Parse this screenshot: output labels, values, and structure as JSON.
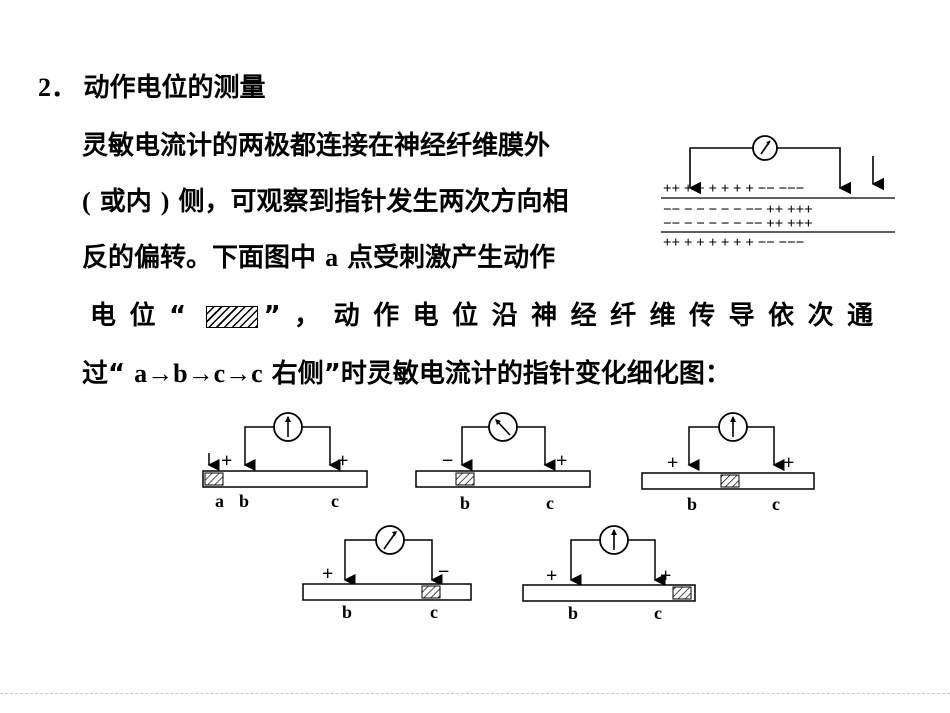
{
  "heading": {
    "number": "2．",
    "title": "动作电位的测量"
  },
  "paragraph": {
    "line1": "灵敏电流计的两极都连接在神经纤维膜外",
    "line2_paren_open": "(",
    "line2_mid": " 或内 ",
    "line2_paren_close": ")",
    "line2_rest": " 侧，可观察到指针发生两次方向相",
    "line3_a": "反的偏转。下面图中 ",
    "line3_var": "a",
    "line3_b": " 点受刺激产生动作",
    "line4_a": "电位“",
    "line4_b": "”，动作电位沿神经纤维传导依次通",
    "line5_a": "过“ ",
    "line5_seq": "a→b→c→c",
    "line5_b": " 右侧”时灵敏电流计的指针变化细化图："
  },
  "figure_top": {
    "row1": "++ + + + + + + −− −−−",
    "row2": "−− − − − − − −− ++ +++",
    "row3": "−− − − − − − −− ++ +++",
    "row4": "++ + + + + + + −− −−−"
  },
  "diagrams": [
    {
      "left_sign": "+",
      "right_sign": "+",
      "labels": [
        "a",
        "b",
        "c"
      ]
    },
    {
      "left_sign": "−",
      "right_sign": "+",
      "labels": [
        "b",
        "c"
      ]
    },
    {
      "left_sign": "+",
      "right_sign": "+",
      "labels": [
        "b",
        "c"
      ]
    },
    {
      "left_sign": "+",
      "right_sign": "−",
      "labels": [
        "b",
        "c"
      ]
    },
    {
      "left_sign": "+",
      "right_sign": "+",
      "labels": [
        "b",
        "c"
      ]
    }
  ]
}
